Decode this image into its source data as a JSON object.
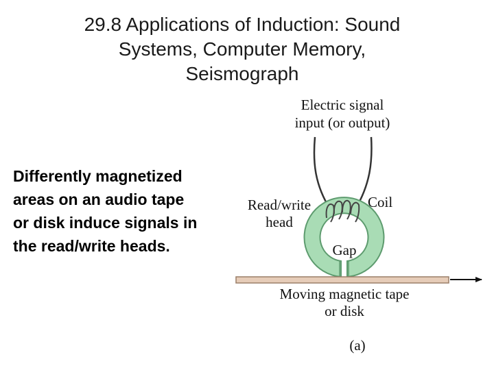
{
  "title": {
    "lines": [
      "29.8 Applications of Induction: Sound",
      "Systems, Computer Memory,",
      "Seismograph"
    ]
  },
  "body": {
    "lines": [
      "Differently magnetized",
      "areas on an audio tape",
      "or disk induce signals in",
      "the read/write heads."
    ]
  },
  "figure": {
    "signal_label": [
      "Electric signal",
      "input (or output)"
    ],
    "head_label": [
      "Read/write",
      "head"
    ],
    "coil_label": "Coil",
    "gap_label": "Gap",
    "tape_label": [
      "Moving magnetic tape",
      "or disk"
    ],
    "panel_label": "(a)",
    "colors": {
      "ring_fill": "#a9dcb5",
      "ring_stroke": "#5d9b6e",
      "tape_fill": "#e6ccb8",
      "tape_stroke": "#9a7e69"
    }
  }
}
